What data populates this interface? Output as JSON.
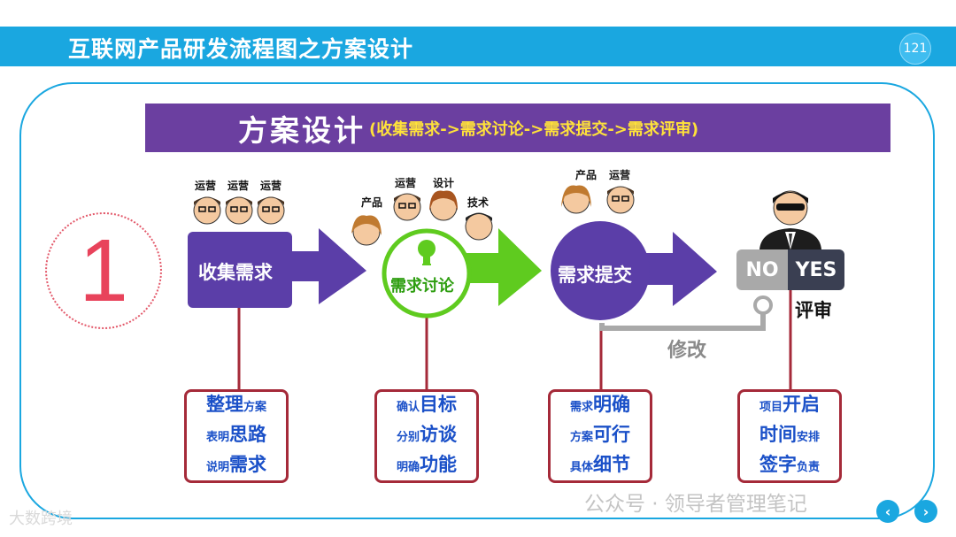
{
  "header": {
    "title": "互联网产品研发流程图之方案设计",
    "page_number": "121"
  },
  "banner": {
    "main": "方案设计",
    "sub": "(收集需求->需求讨论->需求提交->需求评审)"
  },
  "step_number": "1",
  "stages": [
    {
      "label": "收集需求",
      "roles": [
        "运营",
        "运营",
        "运营"
      ],
      "details": [
        {
          "big": "整理",
          "small": "方案"
        },
        {
          "small": "表明",
          "big": "思路"
        },
        {
          "small": "说明",
          "big": "需求"
        }
      ]
    },
    {
      "label": "需求讨论",
      "roles": [
        "产品",
        "运营",
        "设计",
        "技术"
      ],
      "details": [
        {
          "small": "确认",
          "big": "目标"
        },
        {
          "small": "分别",
          "big": "访谈"
        },
        {
          "small": "明确",
          "big": "功能"
        }
      ]
    },
    {
      "label": "需求提交",
      "roles": [
        "产品",
        "运营"
      ],
      "details": [
        {
          "small": "需求",
          "big": "明确"
        },
        {
          "small": "方案",
          "big": "可行"
        },
        {
          "small": "具体",
          "big": "细节"
        }
      ]
    },
    {
      "label": "评审",
      "no": "NO",
      "yes": "YES",
      "revise": "修改",
      "details": [
        {
          "small": "项目",
          "big": "开启"
        },
        {
          "big": "时间",
          "small": "安排"
        },
        {
          "big": "签字",
          "small": "负责"
        }
      ]
    }
  ],
  "watermark": "公众号 · 领导者管理笔记",
  "watermark_left": "大数跨境",
  "colors": {
    "header": "#1aa7e0",
    "banner": "#6b3fa0",
    "banner_sub": "#ffe23a",
    "stage": "#5b3ea8",
    "discussion": "#5fcb1f",
    "detail_border": "#a52a39",
    "detail_text": "#1a50c8",
    "step_number": "#e8435b"
  }
}
